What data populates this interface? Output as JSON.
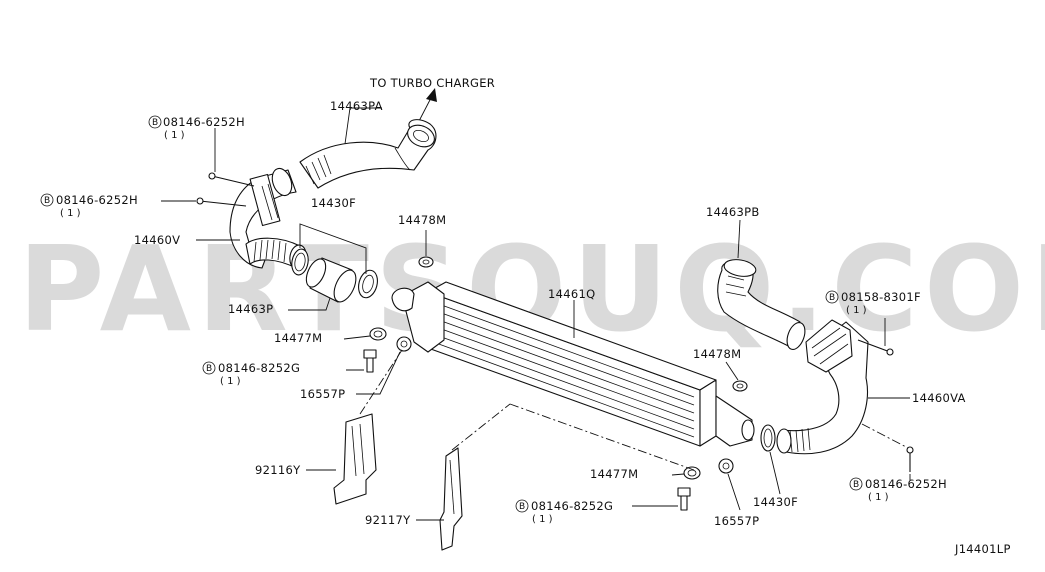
{
  "diagram_code": "J14401LP",
  "watermark": "PARTSOUQ.COM",
  "arrow_note": "TO TURBO CHARGER",
  "labels": {
    "hose_pa": "14463PA",
    "hose_pb": "14463PB",
    "clamp_f": "14430F",
    "clamp_f2": "14430F",
    "grommet_1": "14478M",
    "grommet_2": "14478M",
    "intercooler": "14461Q",
    "duct_v": "14460V",
    "duct_va": "14460VA",
    "hose_p": "14463P",
    "grommet_m1": "14477M",
    "grommet_m2": "14477M",
    "bolt_g1": "08146-8252G",
    "bolt_g2": "08146-8252G",
    "seal_1": "16557P",
    "seal_2": "16557P",
    "bracket_y": "92116Y",
    "bracket_y2": "92117Y",
    "bolt_h1": "08146-6252H",
    "bolt_h2": "08146-6252H",
    "bolt_h3": "08146-6252H",
    "bolt_f": "08158-8301F"
  },
  "quantities": {
    "bolt_h1": "( 1 )",
    "bolt_h2": "( 1 )",
    "bolt_h3": "( 1 )",
    "bolt_f": "( 1 )",
    "bolt_g1": "( 1 )",
    "bolt_g2": "( 1 )"
  },
  "bolt_marker": "B"
}
